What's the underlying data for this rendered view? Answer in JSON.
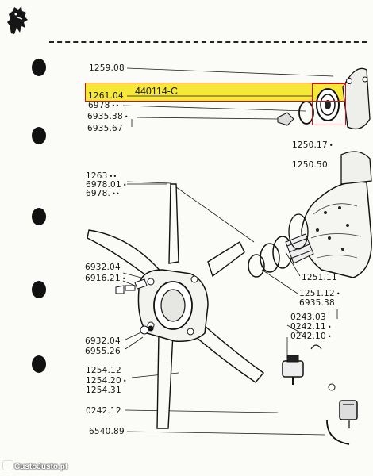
{
  "reference_code": "440114-C",
  "watermark": "CustoJusto.pt",
  "colors": {
    "highlight": "#f6e627",
    "outline": "#c81414",
    "ink": "#151515"
  },
  "part_labels": [
    {
      "id": "p1",
      "text": "1259.08",
      "dots": ""
    },
    {
      "id": "p2",
      "text": "1261.04",
      "dots": ""
    },
    {
      "id": "p3",
      "text": "6978",
      "dots": "••"
    },
    {
      "id": "p4",
      "text": "6935.38",
      "dots": "•"
    },
    {
      "id": "p5",
      "text": "6935.67",
      "dots": ""
    },
    {
      "id": "p6",
      "text": "1250.17",
      "dots": "•"
    },
    {
      "id": "p7",
      "text": "1250.50",
      "dots": ""
    },
    {
      "id": "p8",
      "text": "1263",
      "dots": "••"
    },
    {
      "id": "p9",
      "text": "6978.01",
      "dots": "•"
    },
    {
      "id": "p10",
      "text": "6978.",
      "dots": "••"
    },
    {
      "id": "p11",
      "text": "6932.04",
      "dots": ""
    },
    {
      "id": "p12",
      "text": "6916.21",
      "dots": "•"
    },
    {
      "id": "p13",
      "text": "1251.11",
      "dots": ""
    },
    {
      "id": "p14",
      "text": "1251.12",
      "dots": "•"
    },
    {
      "id": "p15",
      "text": "6935.38",
      "dots": ""
    },
    {
      "id": "p16",
      "text": "0243.03",
      "dots": ""
    },
    {
      "id": "p17",
      "text": "0242.11",
      "dots": "•"
    },
    {
      "id": "p18",
      "text": "0242.10",
      "dots": "•"
    },
    {
      "id": "p19",
      "text": "6932.04",
      "dots": ""
    },
    {
      "id": "p20",
      "text": "6955.26",
      "dots": ""
    },
    {
      "id": "p21",
      "text": "1254.12",
      "dots": ""
    },
    {
      "id": "p22",
      "text": "1254.20",
      "dots": "•"
    },
    {
      "id": "p23",
      "text": "1254.31",
      "dots": ""
    },
    {
      "id": "p24",
      "text": "0242.12",
      "dots": ""
    },
    {
      "id": "p25",
      "text": "6540.89",
      "dots": ""
    }
  ]
}
